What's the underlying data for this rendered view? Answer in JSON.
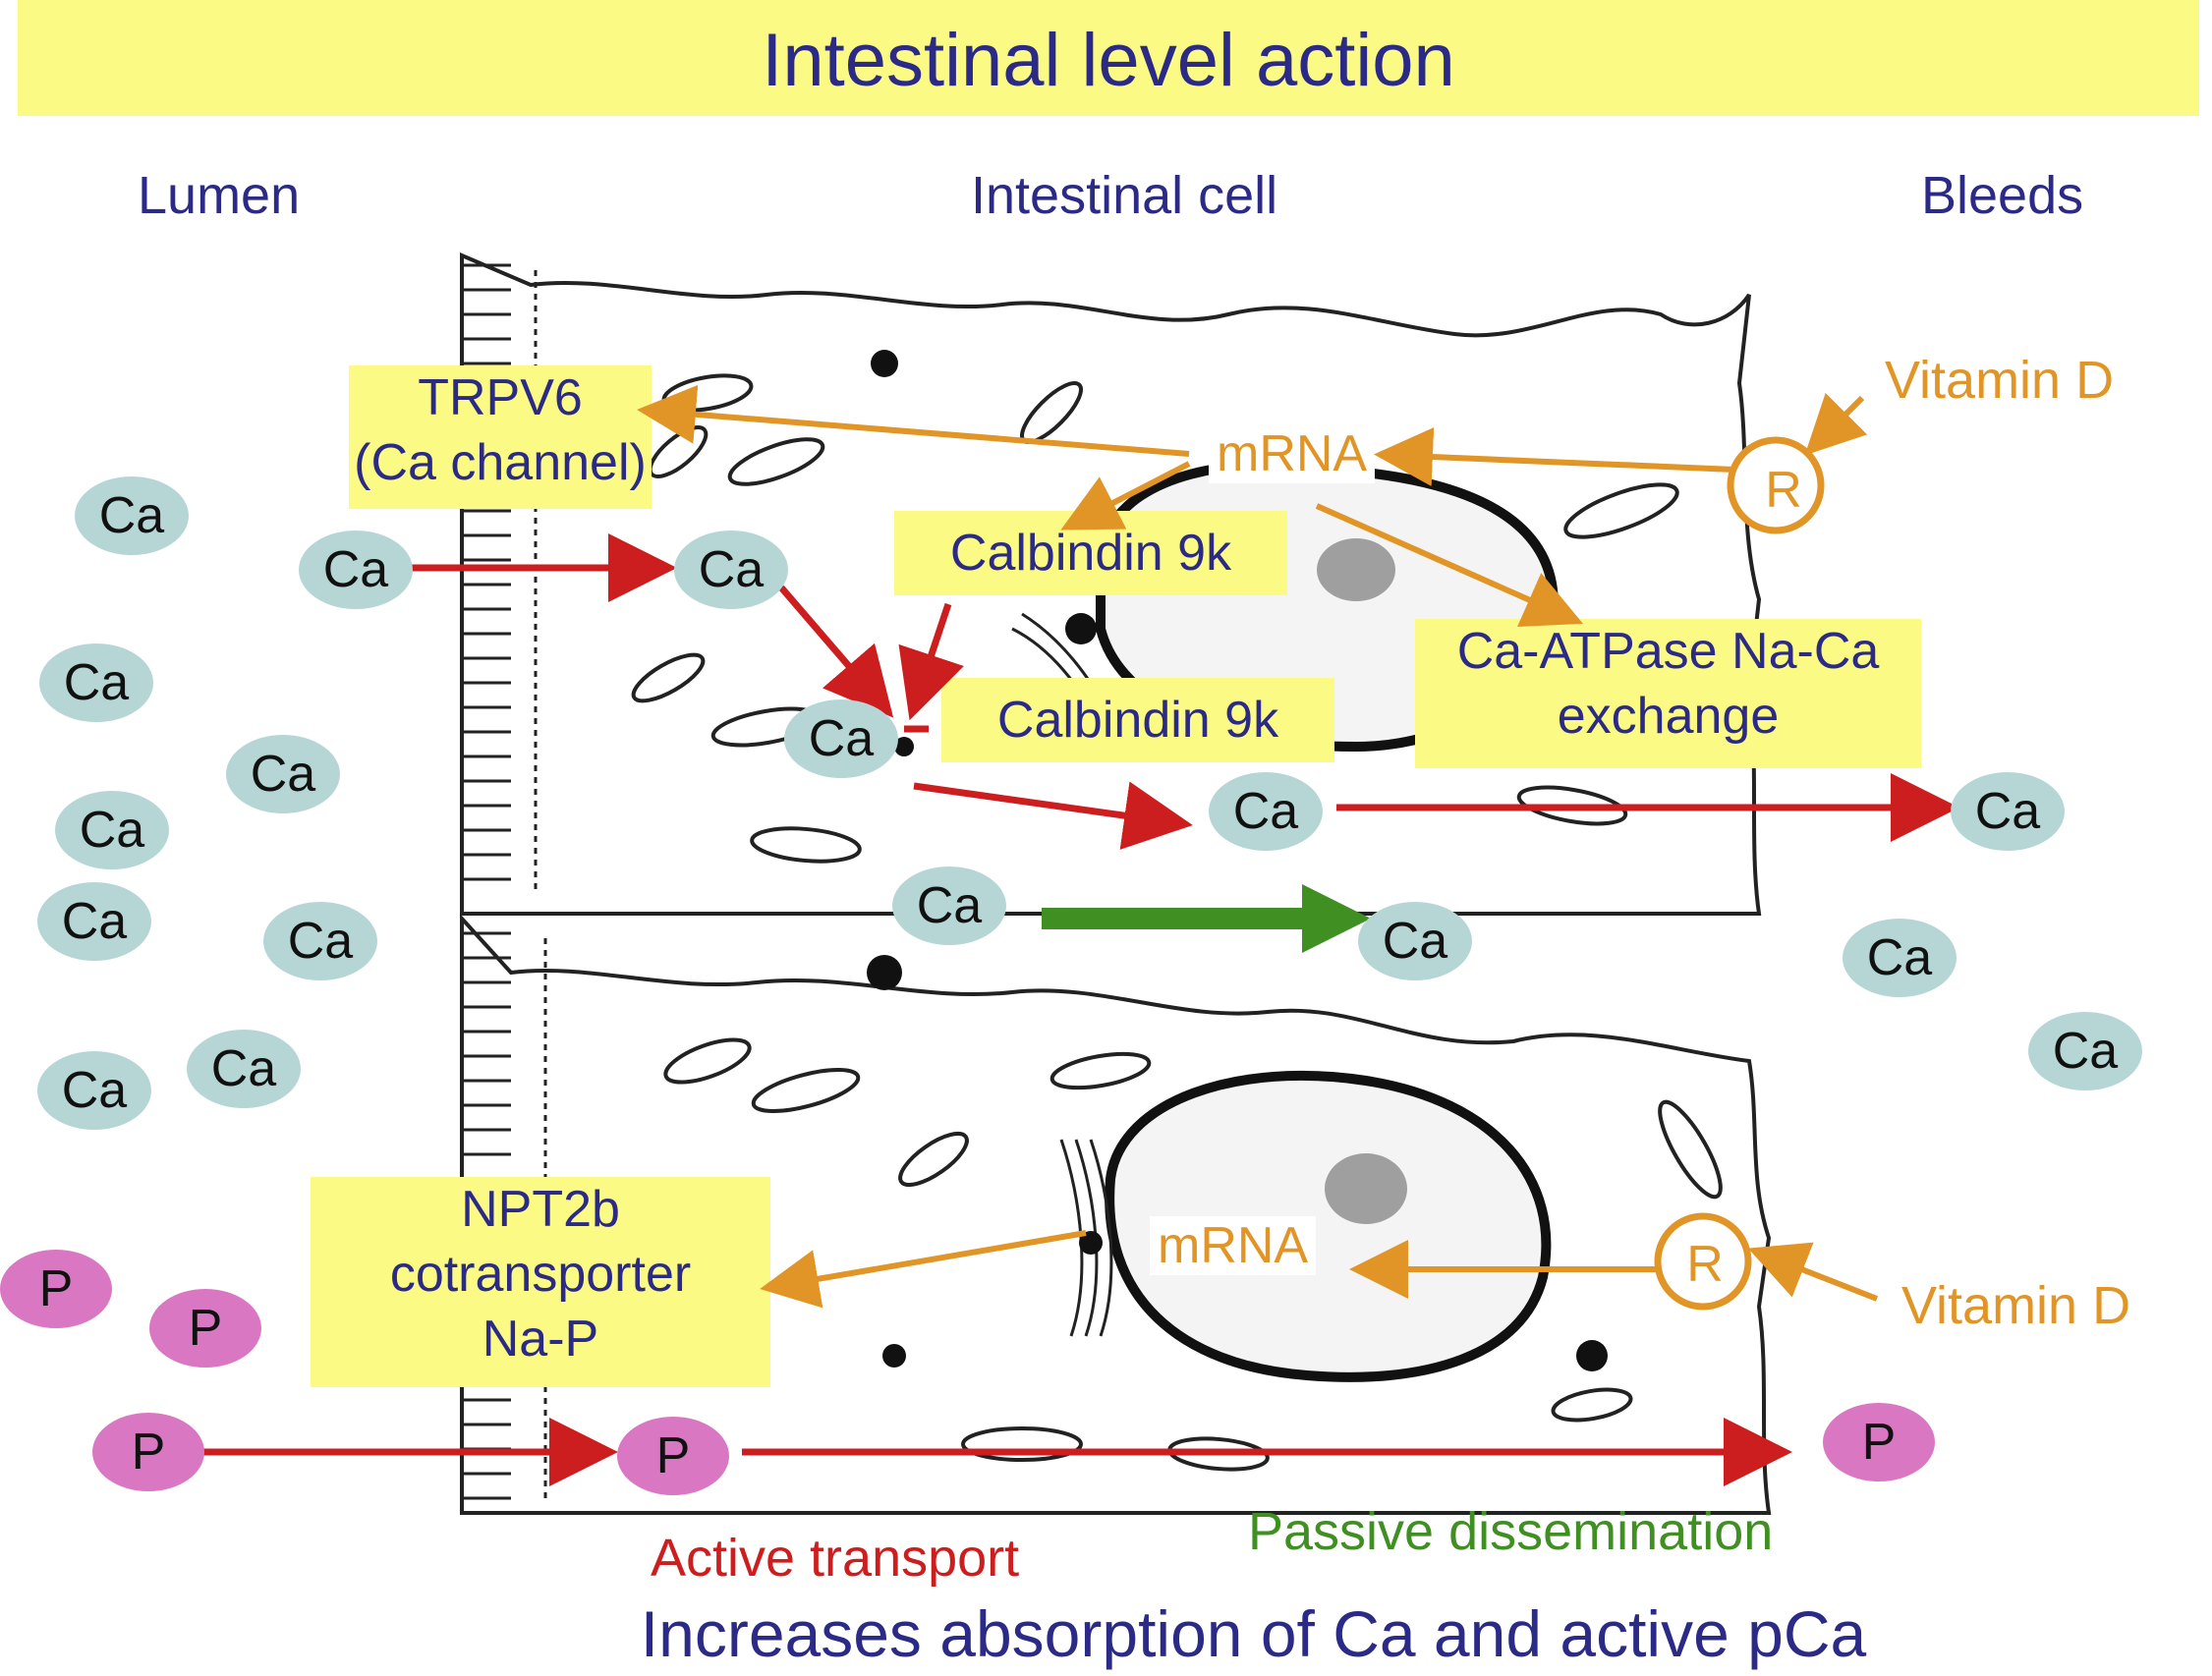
{
  "title": "Intestinal level action",
  "regions": {
    "lumen": "Lumen",
    "cell": "Intestinal cell",
    "blood": "Bleeds"
  },
  "boxes": {
    "trpv6": [
      "TRPV6",
      "(Ca channel)"
    ],
    "calbindin_top": "Calbindin 9k",
    "calbindin_mid": "Calbindin 9k",
    "atpase": [
      "Ca-ATPase Na-Ca",
      "exchange"
    ],
    "npt2b": [
      "NPT2b",
      "cotransporter",
      "Na-P"
    ]
  },
  "mrna": {
    "top": "mRNA",
    "bottom": "mRNA"
  },
  "receptor": "R",
  "vitamin_d": {
    "top": "Vitamin D",
    "bottom": "Vitamin D"
  },
  "ion_labels": {
    "ca": "Ca",
    "p": "P"
  },
  "legend": {
    "active": "Active transport",
    "passive": "Passive dissemination"
  },
  "footer": "Increases absorption of Ca and active pCa",
  "colors": {
    "title_bg": "#fafa84",
    "title_text": "#2b2a86",
    "regulation_arrow": "#e09526",
    "active_arrow": "#cc1e1e",
    "passive_arrow": "#3f8f22",
    "calcium_ion": "#b6d6d6",
    "phosphate_ion": "#da77c2"
  }
}
